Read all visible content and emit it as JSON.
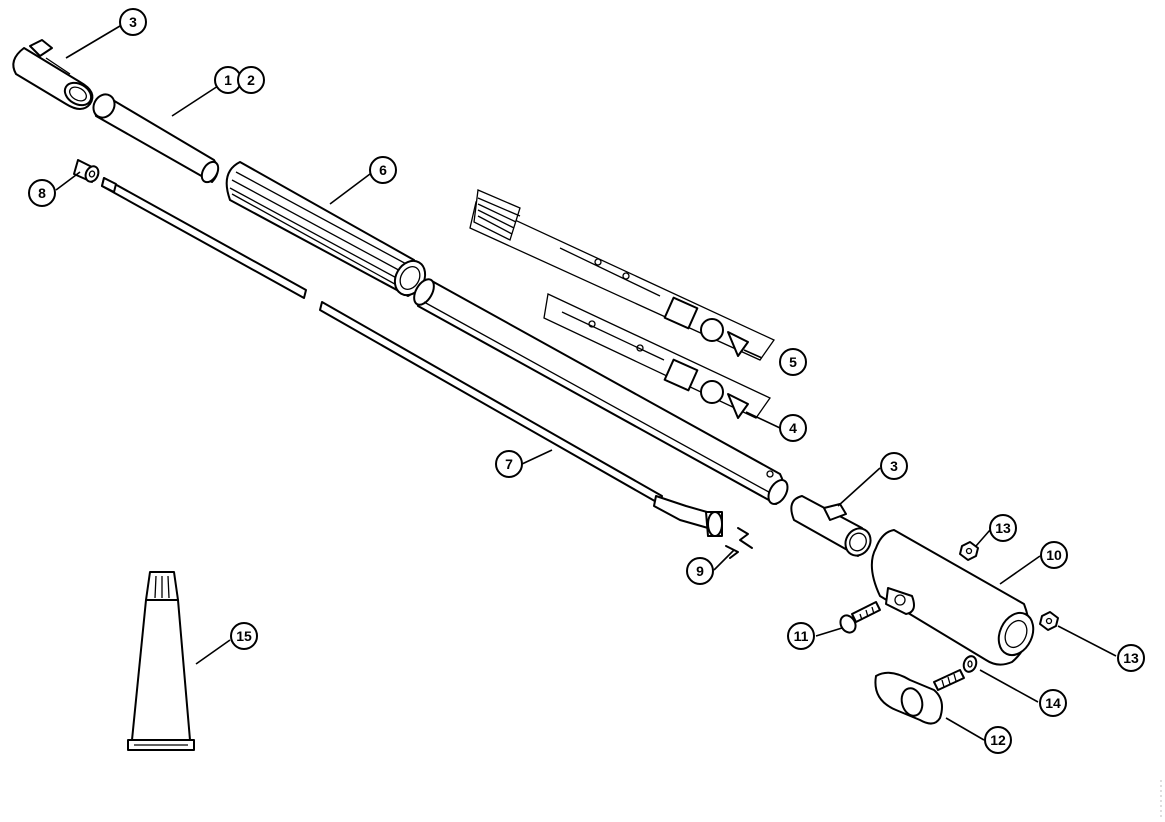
{
  "callouts": {
    "c1": "1",
    "c2": "2",
    "c3a": "3",
    "c3b": "3",
    "c4": "4",
    "c5": "5",
    "c6": "6",
    "c7": "7",
    "c8": "8",
    "c9": "9",
    "c10": "10",
    "c11": "11",
    "c12": "12",
    "c13a": "13",
    "c13b": "13",
    "c14": "14",
    "c15": "15"
  }
}
